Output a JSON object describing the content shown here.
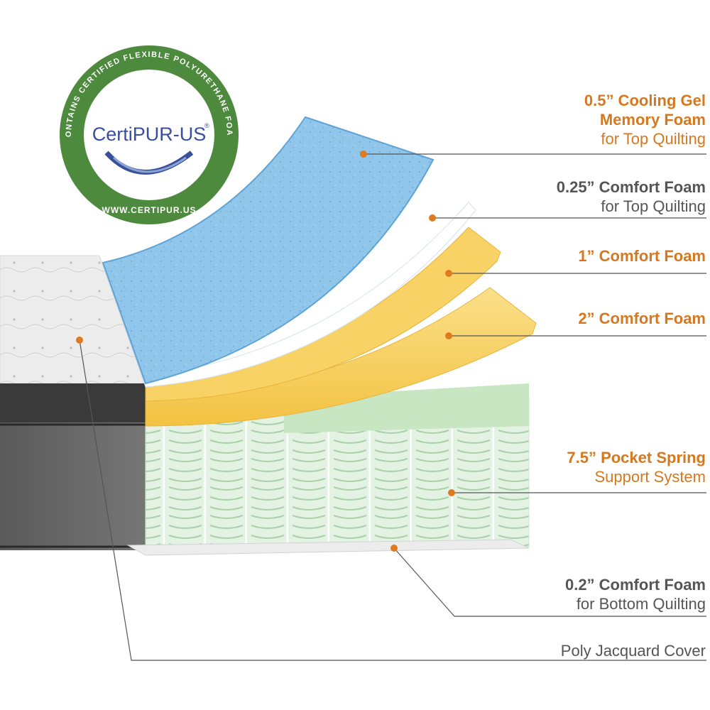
{
  "colors": {
    "accent_orange": "#d6781f",
    "text_gray": "#555555",
    "seal_green": "#4e8a3d",
    "seal_blue": "#3a4f9b",
    "gel_blue": "#8fc6ea",
    "comfort_yellow": "#f7cd55",
    "spring_green": "#cfe8cf",
    "cover_dark": "#3b3b3b"
  },
  "seal": {
    "ring_text": "CONTAINS CERTIFIED FLEXIBLE POLYURETHANE FOAM",
    "brand": "CertiPUR-US",
    "registered": "®",
    "url": "WWW.CERTIPUR.US"
  },
  "labels": [
    {
      "id": "cooling-gel",
      "line1": "0.5” Cooling Gel",
      "line2": "Memory Foam",
      "line3": "for Top Quilting"
    },
    {
      "id": "comfort-025",
      "line1": "0.25” Comfort Foam",
      "line2": "for Top Quilting"
    },
    {
      "id": "comfort-1",
      "line1": "1” Comfort Foam"
    },
    {
      "id": "comfort-2",
      "line1": "2” Comfort Foam"
    },
    {
      "id": "pocket-spring",
      "line1": "7.5” Pocket Spring",
      "line2": "Support System"
    },
    {
      "id": "comfort-02",
      "line1": "0.2” Comfort Foam",
      "line2": "for Bottom Quilting"
    },
    {
      "id": "cover",
      "line1": "Poly Jacquard Cover"
    }
  ]
}
